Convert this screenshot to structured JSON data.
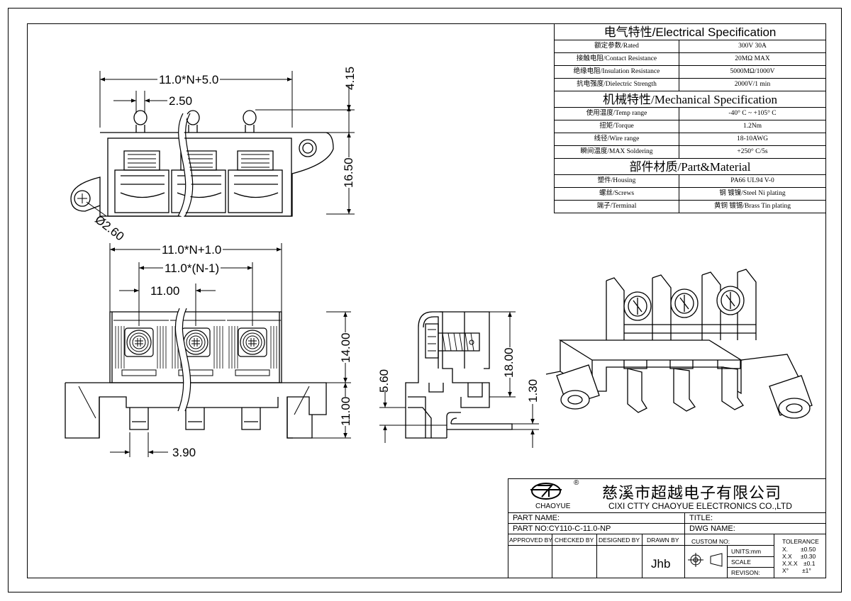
{
  "electrical": {
    "title": "电气特性/Electrical Specification",
    "rows": [
      {
        "label": "额定参数/Rated",
        "value": "300V  30A"
      },
      {
        "label": "接触电阻/Contact Resistance",
        "value": "20MΩ MAX"
      },
      {
        "label": "绝缘电阻/Insulation Resistance",
        "value": "5000MΩ/1000V"
      },
      {
        "label": "抗电强度/Dielectric Strength",
        "value": "2000V/1 min"
      }
    ]
  },
  "mechanical": {
    "title": "机械特性/Mechanical Specification",
    "rows": [
      {
        "label": "使用温度/Temp range",
        "value": "-40° C ~ +105° C"
      },
      {
        "label": "扭矩/Torque",
        "value": "1.2Nm"
      },
      {
        "label": "线径/Wire range",
        "value": "18-10AWG"
      },
      {
        "label": "瞬间温度/MAX Soldering",
        "value": "+250° C/5s"
      }
    ]
  },
  "material": {
    "title": "部件材质/Part&Material",
    "rows": [
      {
        "label": "塑件/Housing",
        "value": "PA66 UL94 V-0"
      },
      {
        "label": "螺丝/Screws",
        "value": "钢 镀镍/Steel Ni plating"
      },
      {
        "label": "端子/Terminal",
        "value": "黄铜 镀锡/Brass Tin  plating"
      }
    ]
  },
  "dimensions": {
    "top_width": "11.0*N+5.0",
    "pin_width": "2.50",
    "pin_height": "4.15",
    "body_height": "16.50",
    "hole_dia": "Ø2.60",
    "front_width": "11.0*N+1.0",
    "pitch_span": "11.0*(N-1)",
    "pitch": "11.00",
    "upper_height": "14.00",
    "lower_height": "11.00",
    "pin_thickness": "3.90",
    "side_height": "18.00",
    "side_offset": "5.60",
    "side_pin": "1.30"
  },
  "title_block": {
    "company_cn": "慈溪市超越电子有限公司",
    "company_en": "CIXI CTTY CHAOYUE ELECTRONICS CO.,LTD",
    "brand": "CHAOYUE",
    "registered": "®",
    "part_name_label": "PART NAME:",
    "title_label": "TITLE:",
    "part_no": "PART NO:CY110-C-11.0-NP",
    "dwg_name_label": "DWG NAME:",
    "approved_by": "APPROVED BY",
    "checked_by": "CHECKED BY",
    "designed_by": "DESIGNED BY",
    "drawn_by": "DRAWN BY",
    "drawn_value": "Jhb",
    "custom_no": "CUSTOM NO:",
    "units": "UNITS:mm",
    "scale": "SCALE",
    "revision": "REVISON:",
    "tolerance_label": "TOLERANCE",
    "tolerances": [
      {
        "k": "X.",
        "v": "±0.50"
      },
      {
        "k": "X.X",
        "v": "±0.30"
      },
      {
        "k": "X.X.X",
        "v": "±0.1"
      },
      {
        "k": "X°",
        "v": "±1°"
      }
    ]
  }
}
